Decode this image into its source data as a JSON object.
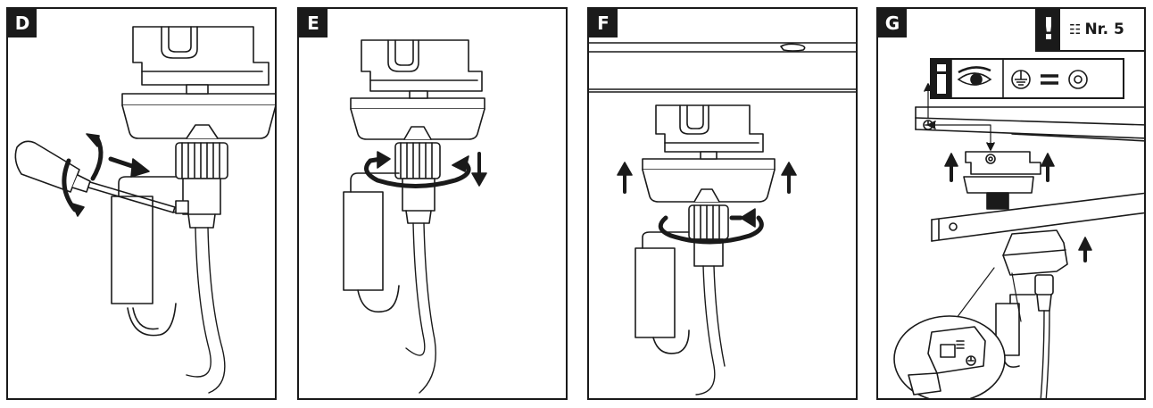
{
  "panels": [
    {
      "label": "D",
      "content": "screwdriver-loosening-cord-clamp"
    },
    {
      "label": "E",
      "content": "tightening-strain-relief-nut"
    },
    {
      "label": "F",
      "content": "inserting-adapter-into-track"
    },
    {
      "label": "G",
      "content": "aligning-earth-conductor-marking",
      "reference": "Nr. 5",
      "info_icons": [
        "info-icon",
        "eye-icon",
        "earth-symbol-icon",
        "equals-icon",
        "ring-symbol-icon"
      ]
    }
  ],
  "colors": {
    "line": "#1a1a1a",
    "fill": "#ffffff",
    "label_bg": "#1a1a1a"
  }
}
